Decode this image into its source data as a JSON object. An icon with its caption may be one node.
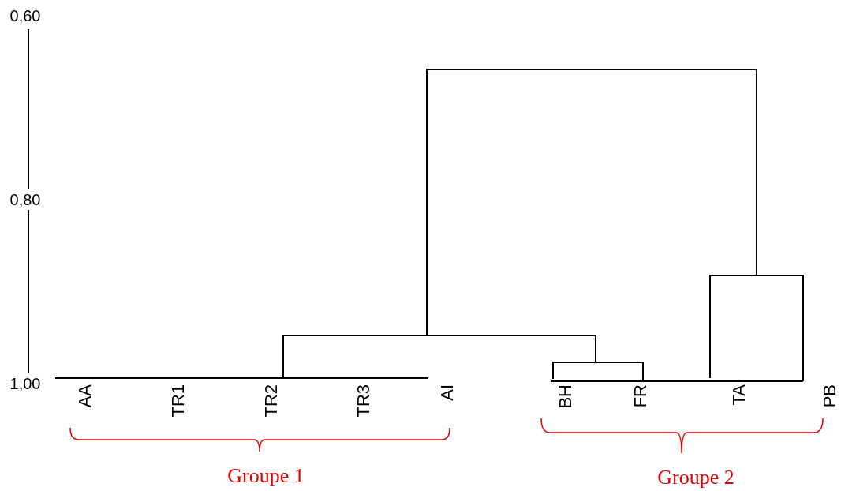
{
  "diagram": {
    "labels": [
      "0,60",
      "0,80",
      "1,00",
      "AA",
      "TR1",
      "TR2",
      "TR3",
      "AI",
      "BH",
      "FR",
      "TA",
      "PB",
      "Groupe 1",
      "Groupe 2"
    ]
  }
}
